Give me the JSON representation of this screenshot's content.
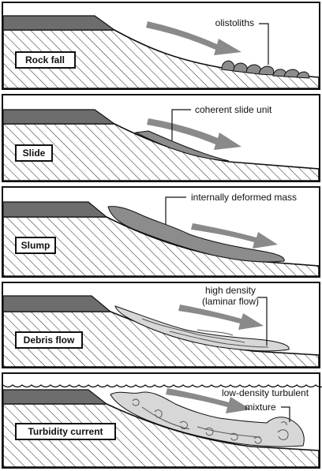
{
  "panels": [
    {
      "label": "Rock fall",
      "annotation": "olistoliths"
    },
    {
      "label": "Slide",
      "annotation": "coherent slide unit"
    },
    {
      "label": "Slump",
      "annotation": "internally deformed mass"
    },
    {
      "label": "Debris flow",
      "annotation_line1": "high density",
      "annotation_line2": "(laminar flow)"
    },
    {
      "label": "Turbidity current",
      "annotation_line1": "low-density turbulent",
      "annotation_line2": "mixture"
    }
  ]
}
